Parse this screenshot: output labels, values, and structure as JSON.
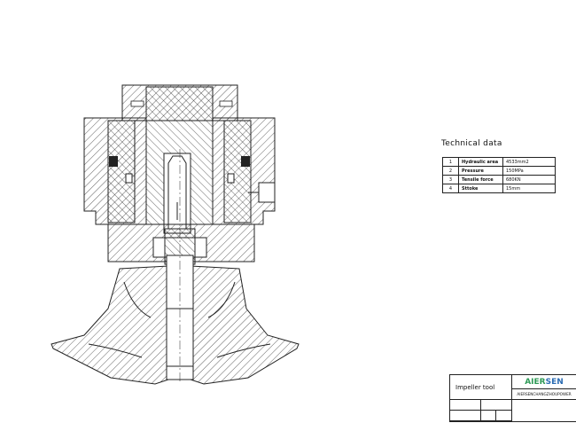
{
  "technical_data": {
    "title": "Technical data",
    "rows": [
      {
        "no": "1",
        "item": "Hydraulic area",
        "value": "4533mm2"
      },
      {
        "no": "2",
        "item": "Pressure",
        "value": "150MPa"
      },
      {
        "no": "3",
        "item": "Tensile force",
        "value": "680KN"
      },
      {
        "no": "4",
        "item": "Sttoke",
        "value": "15mm"
      }
    ]
  },
  "title_block": {
    "drawing_name": "Impeller tool",
    "logo_part1": "AIER",
    "logo_part2": "SEN",
    "company": "AIERSENCHANGZHOUPOWER"
  },
  "colors": {
    "line": "#222222",
    "logo_green": "#2f9a57",
    "logo_blue": "#2b6cb3"
  }
}
